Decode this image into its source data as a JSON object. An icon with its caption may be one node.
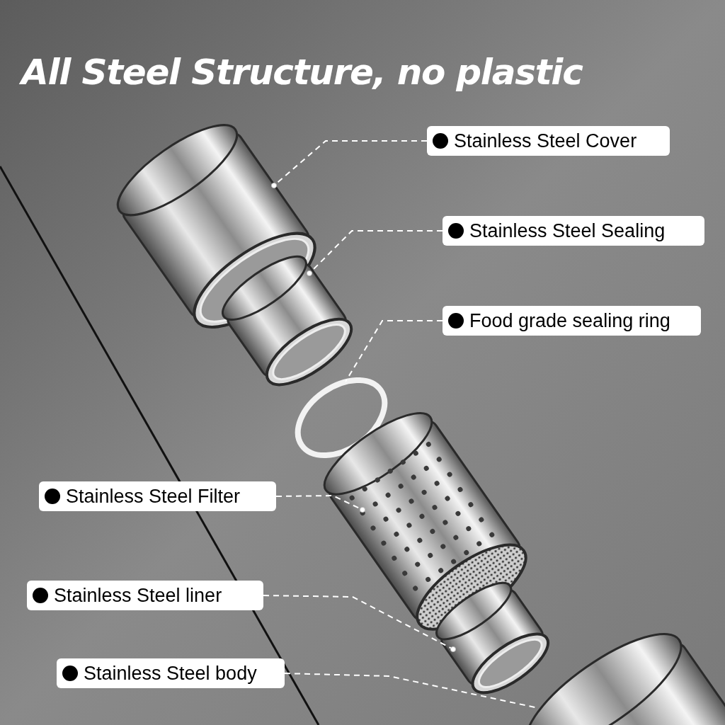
{
  "diagram": {
    "title": "All Steel Structure, no plastic",
    "nodes": [
      {
        "text": [
          "Stainless Steel Cover"
        ]
      },
      {
        "text": [
          "Stainless Steel Sealing"
        ]
      },
      {
        "text": [
          "Food grade sealing ring"
        ]
      },
      {
        "text": [
          "Stainless Steel Filter"
        ]
      },
      {
        "text": [
          "Stainless Steel liner"
        ]
      },
      {
        "text": [
          "Stainless Steel body"
        ]
      },
      {
        "text": [],
        "shape": "cylinder"
      },
      {
        "text": [],
        "shape": "cylinder"
      },
      {
        "text": [],
        "shape": "circle"
      },
      {
        "text": [],
        "shape": "cylinder"
      },
      {
        "text": [],
        "shape": "cylinder"
      },
      {
        "text": [],
        "shape": "cylinder"
      }
    ],
    "edges": [
      {
        "from": 0,
        "to": 6,
        "arrow": "other",
        "style": "dashed"
      },
      {
        "from": 1,
        "to": 7,
        "arrow": "other",
        "style": "dashed"
      },
      {
        "from": 2,
        "to": 8,
        "arrow": "none",
        "style": "dashed"
      },
      {
        "from": 3,
        "to": 9,
        "arrow": "other",
        "style": "dashed"
      },
      {
        "from": 4,
        "to": 10,
        "arrow": "other",
        "style": "dashed"
      },
      {
        "from": 5,
        "to": 11,
        "arrow": "none",
        "style": "dashed"
      }
    ]
  }
}
